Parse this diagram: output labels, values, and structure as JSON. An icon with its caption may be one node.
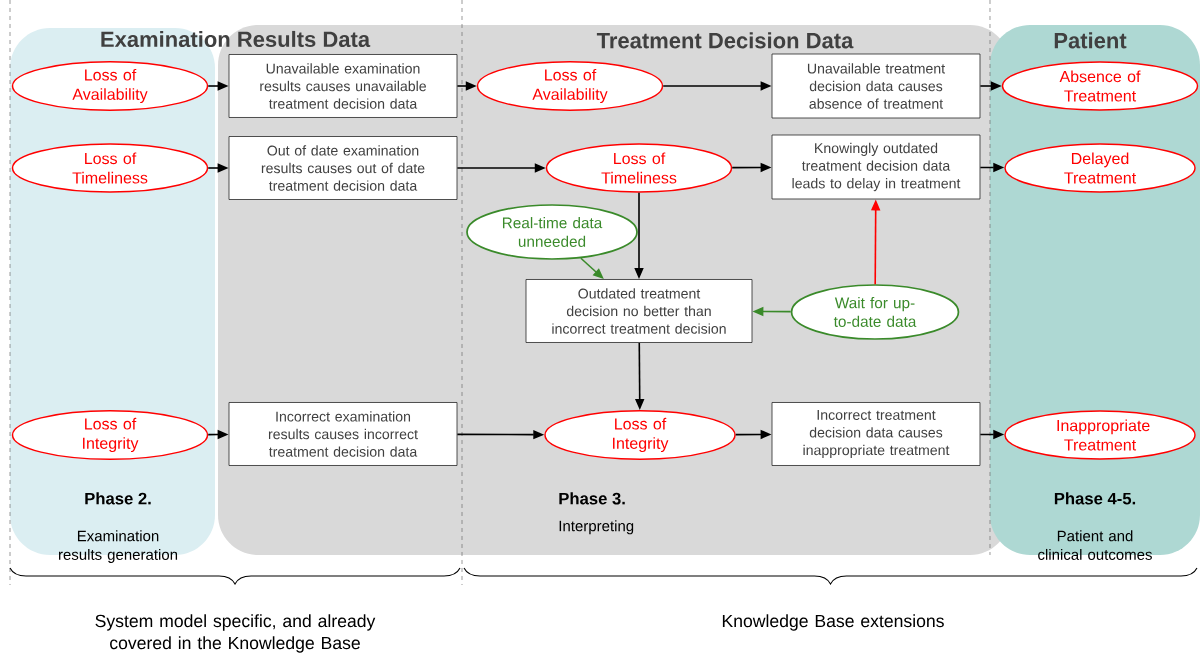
{
  "diagram": {
    "nodes": [
      {
        "text": [
          "Phase 2.",
          "Examination results generation"
        ]
      },
      {
        "text": [
          "Treatment Decision Data",
          "Phase 3.",
          "Interpreting"
        ]
      },
      {
        "text": [
          "Patient",
          "Phase 4-5.",
          "Patient and clinical outcomes"
        ]
      },
      {
        "text": [
          "Loss of Availability"
        ],
        "in": 0
      },
      {
        "text": [
          "Unavailable examination results causes unavailable treatment decision data"
        ],
        "in": 1
      },
      {
        "text": [
          "Loss of Availability"
        ],
        "in": 1
      },
      {
        "text": [
          "Unavailable treatment decision data causes absence of treatment"
        ],
        "in": 1
      },
      {
        "text": [
          "Absence of Treatment"
        ],
        "in": 2
      },
      {
        "text": [
          "Loss of Timeliness"
        ],
        "in": 0
      },
      {
        "text": [
          "Out of date examination results causes out of date treatment decision data"
        ],
        "in": 1
      },
      {
        "text": [
          "Loss of Timeliness"
        ],
        "in": 1
      },
      {
        "text": [
          "Knowingly outdated treatment decision data leads to delay in treatment"
        ],
        "in": 1
      },
      {
        "text": [
          "Delayed Treatment"
        ],
        "in": 2
      },
      {
        "text": [
          "Real-time data unneeded"
        ],
        "in": 1
      },
      {
        "text": [
          "Outdated treatment decision no better than incorrect treatment decision"
        ],
        "in": 1
      },
      {
        "text": [
          "Wait for up-to-date data"
        ],
        "in": 1
      },
      {
        "text": [
          "Loss of Integrity"
        ],
        "in": 0
      },
      {
        "text": [
          "Incorrect examination results causes incorrect treatment decision data"
        ],
        "in": 1
      },
      {
        "text": [
          "Loss of Integrity"
        ],
        "in": 1
      },
      {
        "text": [
          "Incorrect treatment decision data causes inappropriate treatment"
        ],
        "in": 1
      },
      {
        "text": [
          "Inappropriate Treatment"
        ],
        "in": 2
      }
    ],
    "edges": [
      {
        "from": 3,
        "to": 4,
        "arrow": "to"
      },
      {
        "from": 4,
        "to": 5,
        "arrow": "to"
      },
      {
        "from": 5,
        "to": 6,
        "arrow": "to"
      },
      {
        "from": 6,
        "to": 7,
        "arrow": "to"
      },
      {
        "from": 8,
        "to": 9,
        "arrow": "to"
      },
      {
        "from": 9,
        "to": 10,
        "arrow": "to"
      },
      {
        "from": 10,
        "to": 11,
        "arrow": "to"
      },
      {
        "from": 11,
        "to": 12,
        "arrow": "to"
      },
      {
        "from": 10,
        "to": 14,
        "arrow": "to"
      },
      {
        "from": 13,
        "to": 14,
        "arrow": "to",
        "color": "#3a8a2a"
      },
      {
        "from": 15,
        "to": 14,
        "arrow": "to",
        "color": "#3a8a2a"
      },
      {
        "from": 15,
        "to": 11,
        "arrow": "to",
        "color": "#ff0000"
      },
      {
        "from": 14,
        "to": 18,
        "arrow": "to"
      },
      {
        "from": 16,
        "to": 17,
        "arrow": "to"
      },
      {
        "from": 17,
        "to": 18,
        "arrow": "to"
      },
      {
        "from": 18,
        "to": 19,
        "arrow": "to"
      },
      {
        "from": 19,
        "to": 20,
        "arrow": "to"
      }
    ],
    "labels": [
      "Examination Results Data",
      "System model specific, and already covered in the Knowledge Base",
      "Knowledge Base extensions"
    ]
  }
}
